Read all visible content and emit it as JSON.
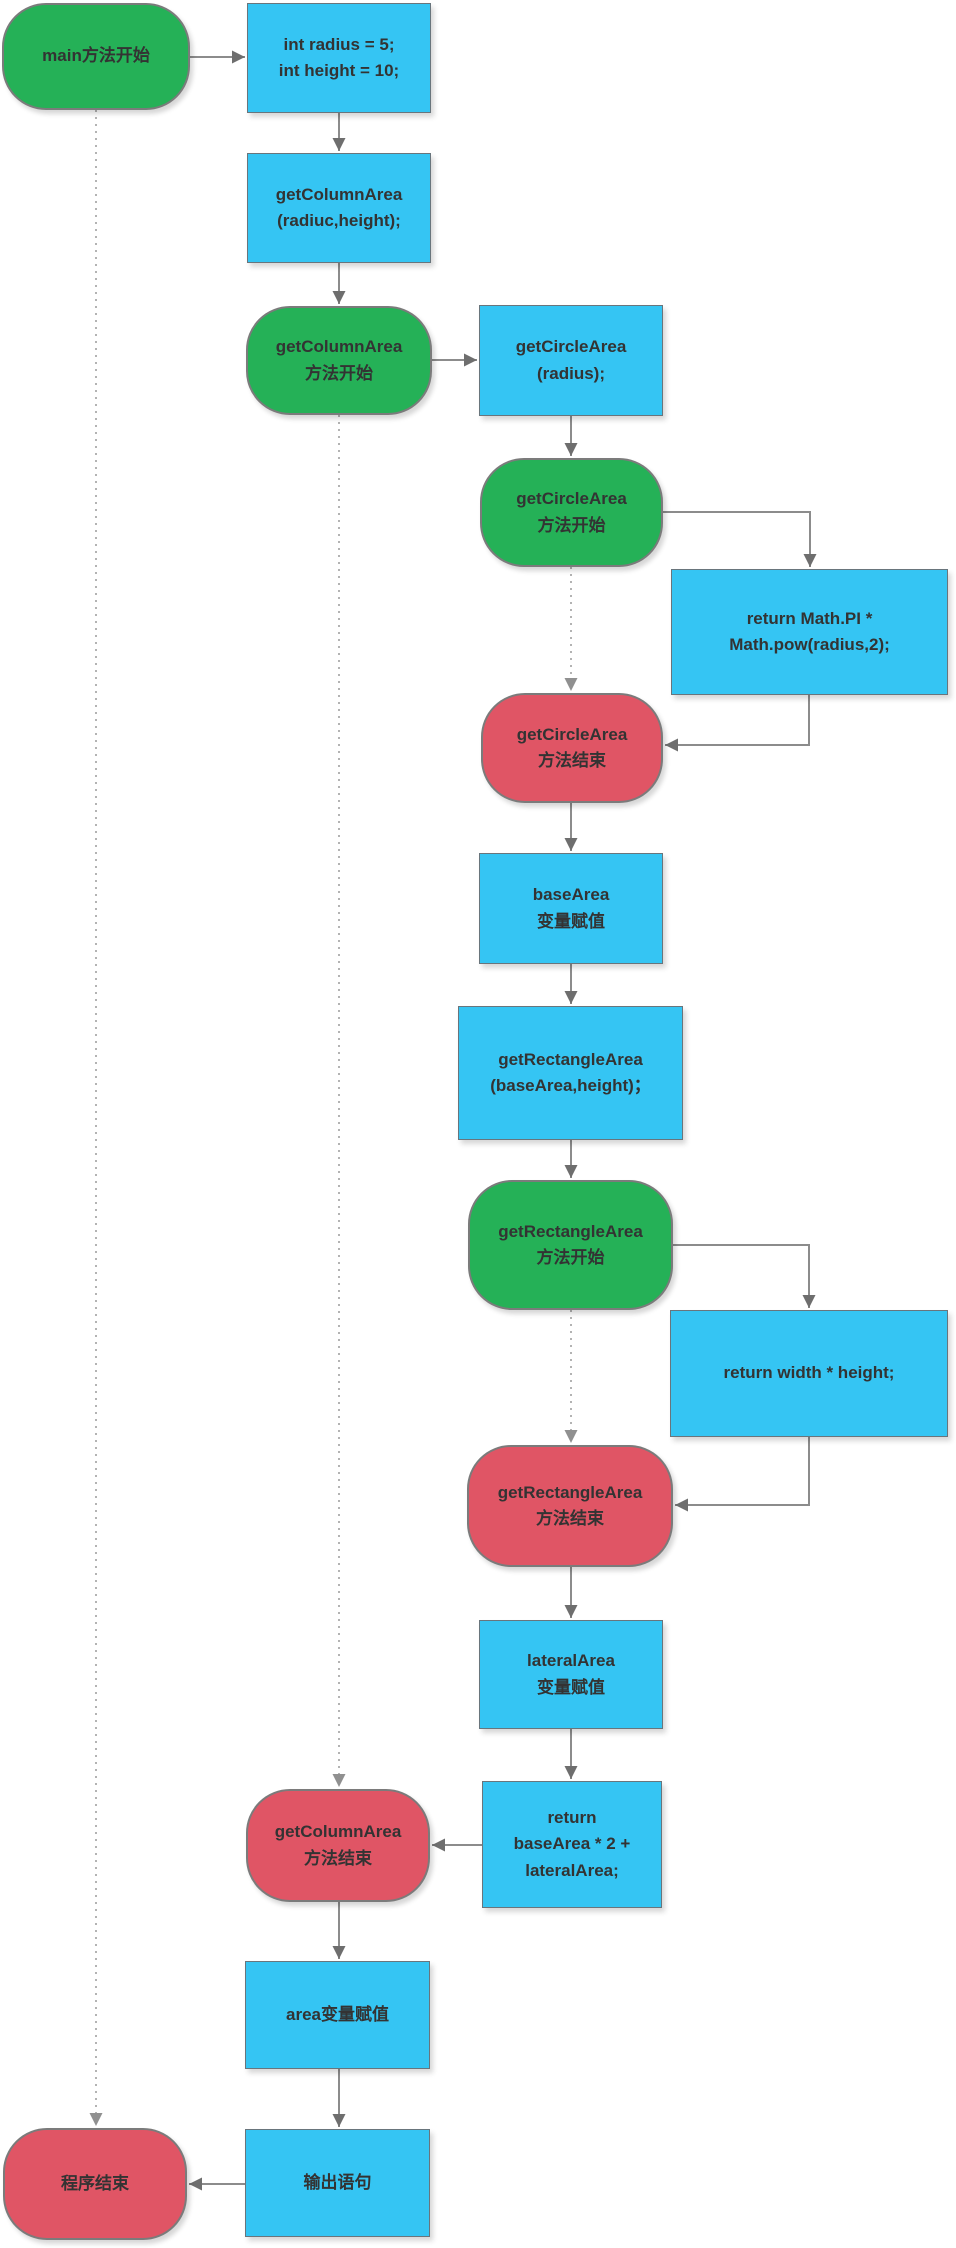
{
  "diagram": {
    "type": "flowchart",
    "language": "zh-CN",
    "colors": {
      "method_start_node": "#25b157",
      "method_end_node": "#e05565",
      "process_box": "#35c5f3",
      "shape_border": "#7b7b7b",
      "connector_solid": "#8c8c8c",
      "connector_dotted": "#b3b3b3",
      "text": "#333333",
      "background": "#ffffff"
    },
    "nodes": [
      {
        "id": "main-start",
        "kind": "start",
        "label": "main方法开始"
      },
      {
        "id": "declare-vars",
        "kind": "process",
        "label": "int radius = 5;\nint height = 10;"
      },
      {
        "id": "call-column-area",
        "kind": "process",
        "label": "getColumnArea\n(radiuc,height);"
      },
      {
        "id": "column-area-start",
        "kind": "start",
        "label": "getColumnArea\n方法开始"
      },
      {
        "id": "call-circle-area",
        "kind": "process",
        "label": "getCircleArea\n(radius);"
      },
      {
        "id": "circle-area-start",
        "kind": "start",
        "label": "getCircleArea\n方法开始"
      },
      {
        "id": "return-pi",
        "kind": "process",
        "label": "return Math.PI *\nMath.pow(radius,2);"
      },
      {
        "id": "circle-area-end",
        "kind": "end",
        "label": "getCircleArea\n方法结束"
      },
      {
        "id": "assign-basearea",
        "kind": "process",
        "label": "baseArea\n变量赋值"
      },
      {
        "id": "call-rect-area",
        "kind": "process",
        "label": "getRectangleArea\n(baseArea,height)；"
      },
      {
        "id": "rect-area-start",
        "kind": "start",
        "label": "getRectangleArea\n方法开始"
      },
      {
        "id": "return-wh",
        "kind": "process",
        "label": "return width * height;"
      },
      {
        "id": "rect-area-end",
        "kind": "end",
        "label": "getRectangleArea\n方法结束"
      },
      {
        "id": "assign-lateral",
        "kind": "process",
        "label": "lateralArea\n变量赋值"
      },
      {
        "id": "return-column",
        "kind": "process",
        "label": "return\nbaseArea * 2 +\nlateralArea;"
      },
      {
        "id": "column-area-end",
        "kind": "end",
        "label": "getColumnArea\n方法结束"
      },
      {
        "id": "assign-area",
        "kind": "process",
        "label": "area变量赋值"
      },
      {
        "id": "output-statement",
        "kind": "process",
        "label": "输出语句"
      },
      {
        "id": "program-end",
        "kind": "end",
        "label": "程序结束"
      }
    ],
    "edges": [
      {
        "from": "main-start",
        "to": "declare-vars",
        "style": "solid"
      },
      {
        "from": "declare-vars",
        "to": "call-column-area",
        "style": "solid"
      },
      {
        "from": "call-column-area",
        "to": "column-area-start",
        "style": "solid"
      },
      {
        "from": "column-area-start",
        "to": "call-circle-area",
        "style": "solid"
      },
      {
        "from": "call-circle-area",
        "to": "circle-area-start",
        "style": "solid"
      },
      {
        "from": "circle-area-start",
        "to": "return-pi",
        "style": "solid"
      },
      {
        "from": "return-pi",
        "to": "circle-area-end",
        "style": "solid"
      },
      {
        "from": "circle-area-start",
        "to": "circle-area-end",
        "style": "dotted"
      },
      {
        "from": "circle-area-end",
        "to": "assign-basearea",
        "style": "solid"
      },
      {
        "from": "assign-basearea",
        "to": "call-rect-area",
        "style": "solid"
      },
      {
        "from": "call-rect-area",
        "to": "rect-area-start",
        "style": "solid"
      },
      {
        "from": "rect-area-start",
        "to": "return-wh",
        "style": "solid"
      },
      {
        "from": "return-wh",
        "to": "rect-area-end",
        "style": "solid"
      },
      {
        "from": "rect-area-start",
        "to": "rect-area-end",
        "style": "dotted"
      },
      {
        "from": "rect-area-end",
        "to": "assign-lateral",
        "style": "solid"
      },
      {
        "from": "assign-lateral",
        "to": "return-column",
        "style": "solid"
      },
      {
        "from": "return-column",
        "to": "column-area-end",
        "style": "solid"
      },
      {
        "from": "column-area-start",
        "to": "column-area-end",
        "style": "dotted"
      },
      {
        "from": "column-area-end",
        "to": "assign-area",
        "style": "solid"
      },
      {
        "from": "assign-area",
        "to": "output-statement",
        "style": "solid"
      },
      {
        "from": "output-statement",
        "to": "program-end",
        "style": "solid"
      },
      {
        "from": "main-start",
        "to": "program-end",
        "style": "dotted"
      }
    ]
  }
}
